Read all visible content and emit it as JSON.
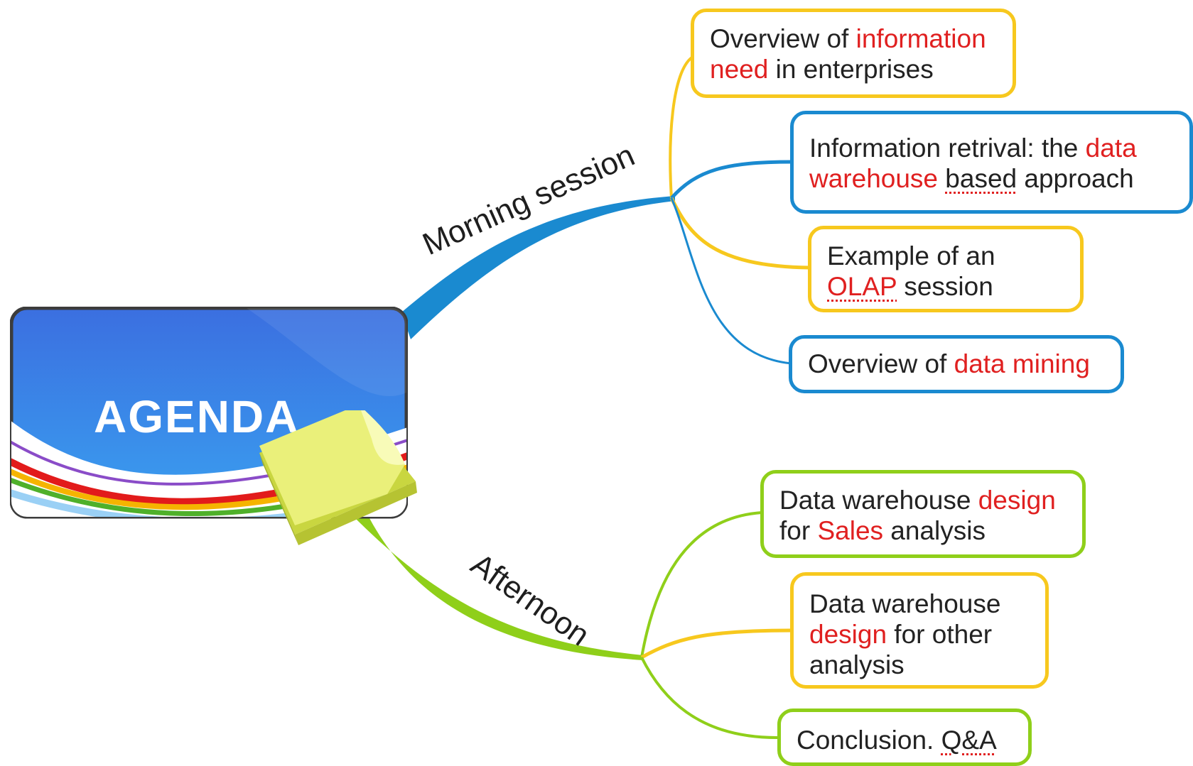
{
  "central": {
    "title": "AGENDA"
  },
  "branches": {
    "morning": {
      "label": "Morning session",
      "topics": [
        {
          "parts": [
            [
              "Overview of ",
              ""
            ],
            [
              "information",
              "hl"
            ],
            [
              " ",
              ""
            ],
            [
              "need",
              "hl"
            ],
            [
              " in enterprises",
              ""
            ]
          ]
        },
        {
          "parts": [
            [
              "Information retrival: the ",
              ""
            ],
            [
              "data warehouse",
              "hl"
            ],
            [
              " ",
              ""
            ],
            [
              "based",
              "sq"
            ],
            [
              " approach",
              ""
            ]
          ]
        },
        {
          "parts": [
            [
              "Example of an ",
              ""
            ],
            [
              "OLAP",
              "hl sq"
            ],
            [
              " session",
              ""
            ]
          ]
        },
        {
          "parts": [
            [
              "Overview of ",
              ""
            ],
            [
              "data mining",
              "hl"
            ]
          ]
        }
      ]
    },
    "afternoon": {
      "label": "Afternoon",
      "topics": [
        {
          "parts": [
            [
              "Data warehouse ",
              ""
            ],
            [
              "design",
              "hl"
            ],
            [
              " for ",
              ""
            ],
            [
              "Sales",
              "hl"
            ],
            [
              " analysis",
              ""
            ]
          ]
        },
        {
          "parts": [
            [
              "Data warehouse ",
              ""
            ],
            [
              "design",
              "hl"
            ],
            [
              " for other analysis",
              ""
            ]
          ]
        },
        {
          "parts": [
            [
              "Conclusion. ",
              ""
            ],
            [
              "Q&A",
              "sq"
            ]
          ]
        }
      ]
    }
  },
  "colors": {
    "blue": "#1a8ad0",
    "yellow": "#f7c81e",
    "green": "#8fcf1a",
    "highlight": "#e02020"
  },
  "icons": {
    "note": "sticky-note-icon"
  }
}
